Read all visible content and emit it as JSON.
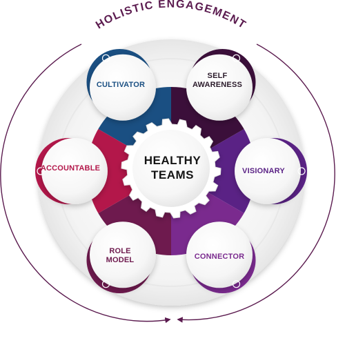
{
  "title": "HOLISTIC ENGAGEMENT",
  "center": {
    "line1": "HEALTHY",
    "line2": "TEAMS"
  },
  "nodes": [
    {
      "id": "cultivator",
      "line1": "CULTIVATOR",
      "line2": "",
      "color": "#1a4f82",
      "icon": "plant-icon"
    },
    {
      "id": "self-awareness",
      "line1": "SELF",
      "line2": "AWARENESS",
      "color": "#3b0f3a",
      "icon": "head-icon"
    },
    {
      "id": "visionary",
      "line1": "VISIONARY",
      "line2": "",
      "color": "#5a2285",
      "icon": "eye-icon"
    },
    {
      "id": "connector",
      "line1": "CONNECTOR",
      "line2": "",
      "color": "#7a2a8e",
      "icon": "network-icon"
    },
    {
      "id": "role-model",
      "line1": "ROLE",
      "line2": "MODEL",
      "color": "#6e1a4e",
      "icon": "person-icon"
    },
    {
      "id": "accountable",
      "line1": "ACCOUNTABLE",
      "line2": "",
      "color": "#b3174a",
      "icon": "handshake-icon"
    }
  ],
  "colors": {
    "title": "#5b1b4f",
    "arrow": "#5b1b4f"
  }
}
